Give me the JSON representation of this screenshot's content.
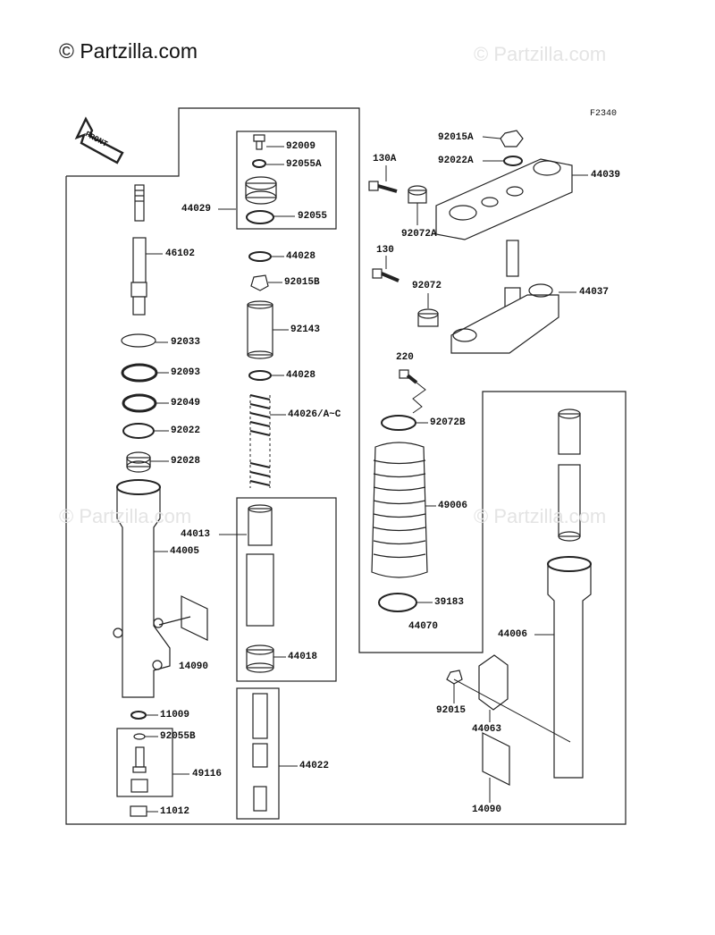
{
  "watermarks": {
    "main": "© Partzilla.com",
    "faint": "© Partzilla.com"
  },
  "diagram": {
    "fig_code": "F2340",
    "front_label": "FRONT",
    "parts": {
      "p92009": "92009",
      "p92055A": "92055A",
      "p44029": "44029",
      "p92055": "92055",
      "p46102": "46102",
      "p44028a": "44028",
      "p92015B": "92015B",
      "p92143": "92143",
      "p92033": "92033",
      "p92093": "92093",
      "p44028b": "44028",
      "p92049": "92049",
      "p44026": "44026/A~C",
      "p92022": "92022",
      "p92028": "92028",
      "p44013": "44013",
      "p44005": "44005",
      "p14090a": "14090",
      "p44018": "44018",
      "p11009": "11009",
      "p92055B": "92055B",
      "p49116": "49116",
      "p44022": "44022",
      "p11012": "11012",
      "p92015A": "92015A",
      "p92022A": "92022A",
      "p130A": "130A",
      "p44039": "44039",
      "p92072A": "92072A",
      "p130": "130",
      "p92072": "92072",
      "p44037": "44037",
      "p220": "220",
      "p92072B": "92072B",
      "p49006": "49006",
      "p39183": "39183",
      "p44070": "44070",
      "p44006": "44006",
      "p92015": "92015",
      "p44063": "44063",
      "p14090b": "14090"
    }
  }
}
